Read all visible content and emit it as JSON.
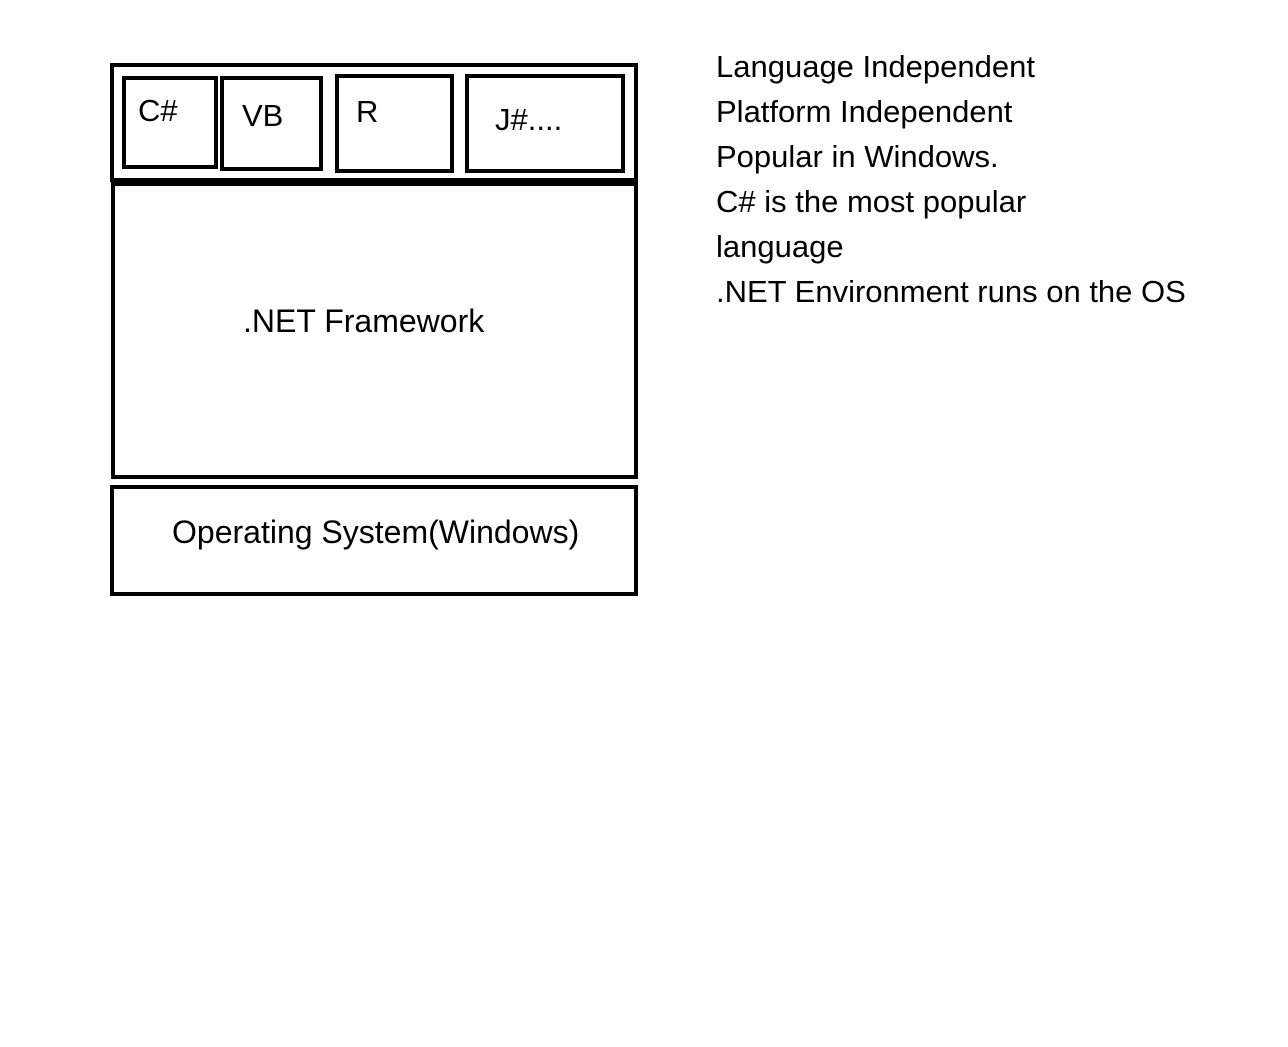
{
  "diagram": {
    "languages": [
      "C#",
      "VB",
      "R",
      "J#...."
    ],
    "framework_label": ".NET Framework",
    "os_label": "Operating System(Windows)"
  },
  "notes": [
    "Language Independent",
    "Platform Independent",
    "Popular in Windows.",
    "C# is the most popular",
    "language",
    ".NET Environment runs on the OS"
  ]
}
